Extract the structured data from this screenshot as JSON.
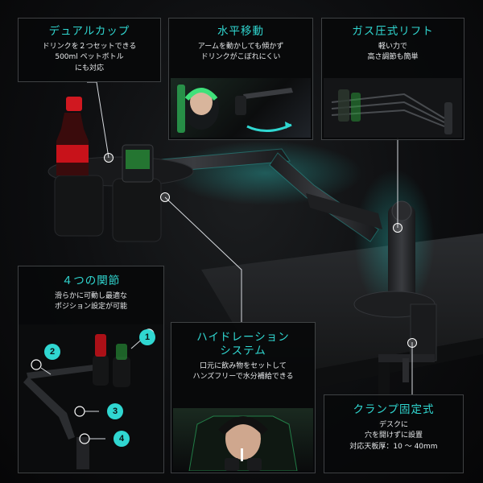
{
  "panels": {
    "cup": {
      "title": "デュアルカップ",
      "lines": [
        "ドリンクを２つセットできる",
        "500ml ペットボトル",
        "にも対応"
      ]
    },
    "horizontal": {
      "title": "水平移動",
      "lines": [
        "アームを動かしても傾かず",
        "ドリンクがこぼれにくい"
      ]
    },
    "gas": {
      "title": "ガス圧式リフト",
      "lines": [
        "軽い力で",
        "高さ調節も簡単"
      ]
    },
    "joints": {
      "title": "４つの関節",
      "lines": [
        "滑らかに可動し最適な",
        "ポジション設定が可能"
      ],
      "numbers": [
        "1",
        "2",
        "3",
        "4"
      ]
    },
    "hydration": {
      "title_lines": [
        "ハイドレーション",
        "システム"
      ],
      "lines": [
        "口元に飲み物をセットして",
        "ハンズフリーで水分補給できる"
      ]
    },
    "clamp": {
      "title": "クランプ固定式",
      "lines": [
        "デスクに",
        "穴を開けずに設置",
        "対応天板厚：10 〜 40mm"
      ]
    }
  },
  "colors": {
    "accent": "#30d7d1",
    "bottle_red": "#c8121a",
    "can_green": "#2a9d3a"
  }
}
